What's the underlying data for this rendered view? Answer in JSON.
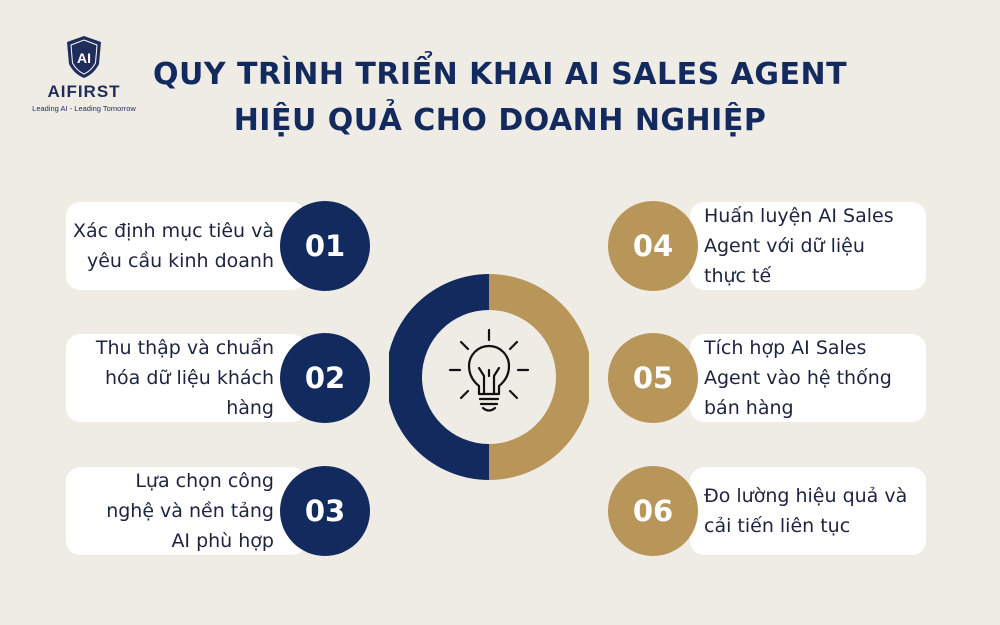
{
  "logo": {
    "mark": "AI",
    "name": "AIFIRST",
    "tagline": "Leading AI - Leading Tomorrow"
  },
  "title": {
    "line1": "QUY TRÌNH TRIỂN KHAI AI SALES AGENT",
    "line2": "HIỆU QUẢ CHO DOANH NGHIỆP"
  },
  "colors": {
    "navy": "#132a5e",
    "gold": "#b8965a",
    "background": "#efebe5",
    "card": "#ffffff"
  },
  "center_icon": "lightbulb-icon",
  "steps": [
    {
      "number": "01",
      "lines": [
        "Xác định mục tiêu và",
        "yêu cầu kinh doanh"
      ]
    },
    {
      "number": "02",
      "lines": [
        "Thu thập và chuẩn",
        "hóa dữ liệu khách",
        "hàng"
      ]
    },
    {
      "number": "03",
      "lines": [
        "Lựa chọn công",
        "nghệ và nền tảng",
        "AI phù hợp"
      ]
    },
    {
      "number": "04",
      "lines": [
        "Huấn luyện AI Sales",
        "Agent với dữ liệu",
        "thực tế"
      ]
    },
    {
      "number": "05",
      "lines": [
        "Tích hợp AI Sales",
        "Agent vào hệ thống",
        "bán hàng"
      ]
    },
    {
      "number": "06",
      "lines": [
        "Đo lường hiệu quả và",
        "cải tiến liên tục"
      ]
    }
  ]
}
